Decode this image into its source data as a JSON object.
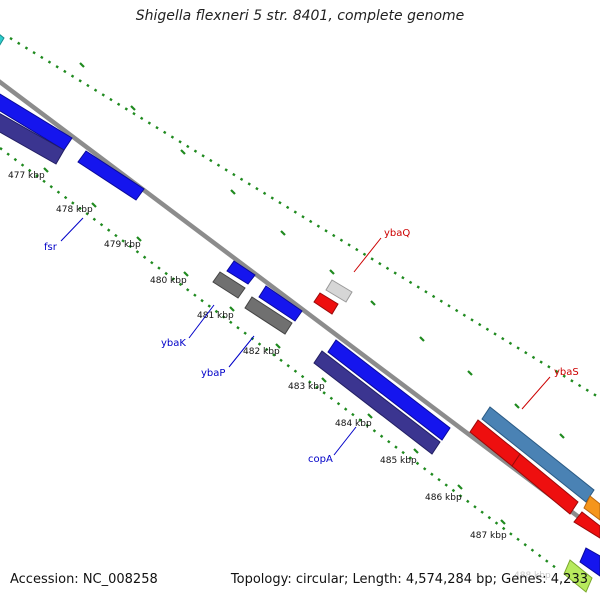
{
  "title": "Shigella flexneri 5 str. 8401, complete genome",
  "accession_text": "Accession: NC_008258",
  "summary_text": "Topology: circular; Length: 4,574,284 bp; Genes: 4,233",
  "colors": {
    "backbone": "#8c8c8c",
    "dots": "#1f8a1f",
    "forward_blue": "#1010ee",
    "reverse_navy": "#3b3590",
    "gray": "#707070",
    "light_gray": "#d6d6d6",
    "red": "#ee0f0f",
    "steel": "#4a82b4",
    "orange": "#f5951b",
    "lime": "#b7ea5d",
    "cyan": "#2ecece",
    "label_blue": "#0000c8",
    "label_red": "#cc0000"
  },
  "ticks": [
    "477 kbp",
    "478 kbp",
    "479 kbp",
    "480 kbp",
    "481 kbp",
    "482 kbp",
    "483 kbp",
    "484 kbp",
    "485 kbp",
    "486 kbp",
    "487 kbp",
    "488 kbp"
  ],
  "gene_labels": [
    {
      "name": "fsr",
      "color": "label_blue"
    },
    {
      "name": "ybaK",
      "color": "label_blue"
    },
    {
      "name": "ybaP",
      "color": "label_blue"
    },
    {
      "name": "copA",
      "color": "label_blue"
    },
    {
      "name": "ybaQ",
      "color": "label_red"
    },
    {
      "name": "ybaS",
      "color": "label_red"
    }
  ]
}
